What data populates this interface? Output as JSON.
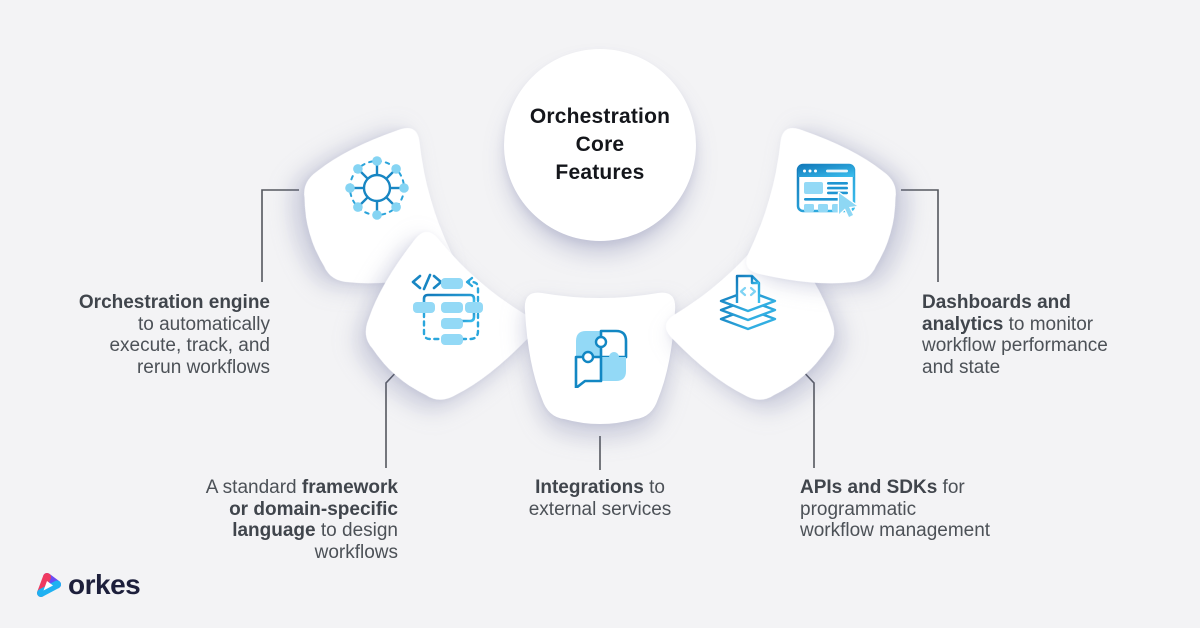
{
  "title": {
    "text": "Orchestration Core Features",
    "lines": [
      "Orchestration",
      "Core",
      "Features"
    ]
  },
  "brand": {
    "name": "orkes",
    "logo_colors": {
      "pink": "#ef3a60",
      "purple": "#6a4cf5",
      "cyan": "#1fb1f2"
    }
  },
  "colors": {
    "background": "#f3f3f5",
    "card": "#ffffff",
    "icon_blue_dark": "#1485c3",
    "icon_blue_light": "#38bdf0",
    "icon_fill_light": "#93d9f6",
    "text": "#4c5157",
    "text_bold": "#40454c",
    "connector": "#55585e",
    "title_text": "#14161b"
  },
  "features": [
    {
      "id": "orchestration-engine",
      "icon": "network-hub-icon",
      "align": "right",
      "lines": [
        {
          "bold": "Orchestration engine"
        },
        {
          "pre": "to automatically"
        },
        {
          "pre": "execute, track, and"
        },
        {
          "pre": "rerun workflows"
        }
      ]
    },
    {
      "id": "framework-dsl",
      "icon": "workflow-diagram-icon",
      "align": "right",
      "lines": [
        {
          "pre": "A standard ",
          "bold": "framework"
        },
        {
          "bold": "or domain-specific"
        },
        {
          "bold": "language",
          "post": " to design"
        },
        {
          "pre": "workflows"
        }
      ]
    },
    {
      "id": "integrations",
      "icon": "puzzle-chat-icon",
      "align": "center",
      "lines": [
        {
          "bold": "Integrations",
          "post": " to"
        },
        {
          "pre": "external services"
        }
      ]
    },
    {
      "id": "apis-sdks",
      "icon": "code-document-stack-icon",
      "align": "left",
      "lines": [
        {
          "bold": "APIs and SDKs",
          "post": " for"
        },
        {
          "pre": "programmatic"
        },
        {
          "pre": "workflow management"
        }
      ]
    },
    {
      "id": "dashboards-analytics",
      "icon": "dashboard-browser-icon",
      "align": "left",
      "lines": [
        {
          "bold": "Dashboards and"
        },
        {
          "bold": "analytics",
          "post": " to monitor"
        },
        {
          "pre": "workflow performance"
        },
        {
          "pre": "and state"
        }
      ]
    }
  ]
}
